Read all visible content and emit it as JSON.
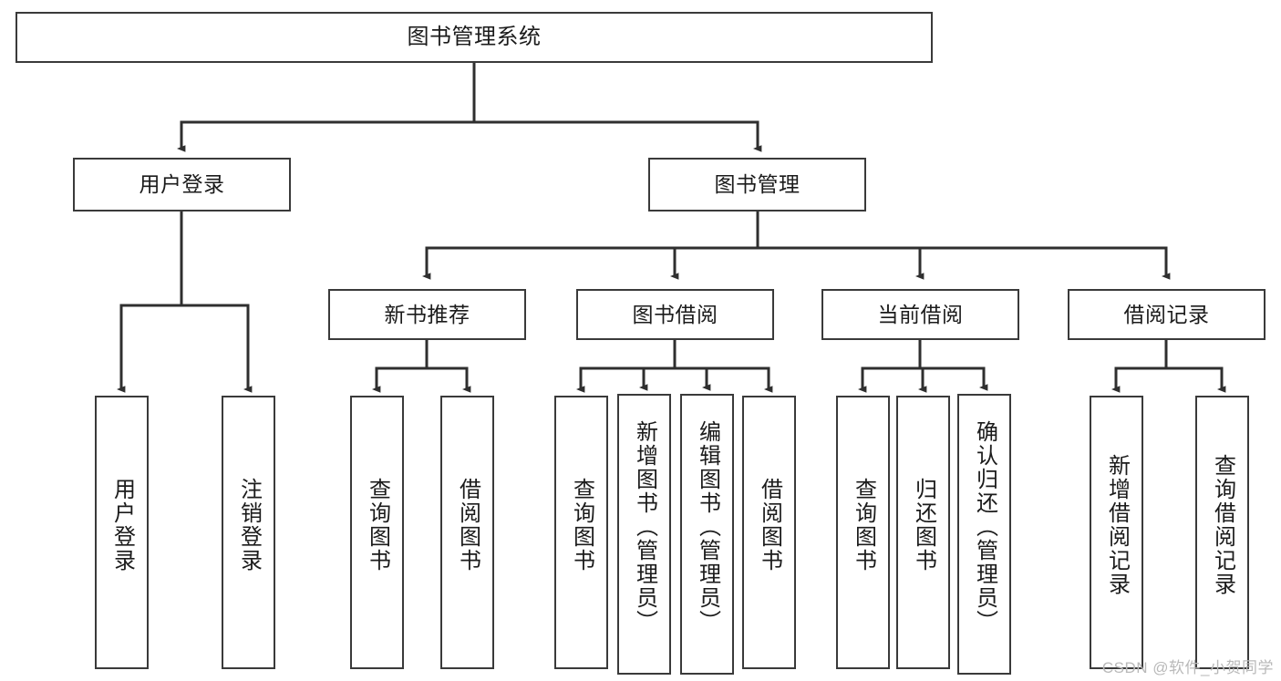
{
  "diagram": {
    "type": "tree",
    "title": "图书管理系统",
    "watermark": "CSDN @软件_小贺同学",
    "colors": {
      "node_border": "#3a3a3a",
      "node_fill": "#ffffff",
      "edge": "#2f2f2f",
      "text": "#1b1b1b",
      "watermark": "#b9b9b9",
      "background": "#ffffff"
    },
    "nodes": {
      "root": {
        "label": "图书管理系统"
      },
      "level2": [
        {
          "label": "用户登录"
        },
        {
          "label": "图书管理"
        }
      ],
      "level3": [
        {
          "label": "新书推荐"
        },
        {
          "label": "图书借阅"
        },
        {
          "label": "当前借阅"
        },
        {
          "label": "借阅记录"
        }
      ],
      "leaves": {
        "user_login": [
          {
            "label": "用户登录"
          },
          {
            "label": "注销登录"
          }
        ],
        "new_book_recommend": [
          {
            "label": "查询图书"
          },
          {
            "label": "借阅图书"
          }
        ],
        "book_borrow": [
          {
            "label": "查询图书"
          },
          {
            "label": "新增图书（管理员）"
          },
          {
            "label": "编辑图书（管理员）"
          },
          {
            "label": "借阅图书"
          }
        ],
        "current_borrow": [
          {
            "label": "查询图书"
          },
          {
            "label": "归还图书"
          },
          {
            "label": "确认归还（管理员）"
          }
        ],
        "borrow_record": [
          {
            "label": "新增借阅记录"
          },
          {
            "label": "查询借阅记录"
          }
        ]
      }
    }
  }
}
